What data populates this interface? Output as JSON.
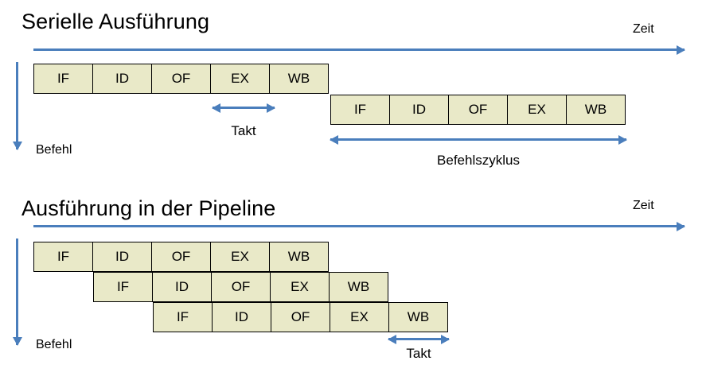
{
  "slide": {
    "accent_color": "#4a7ebc",
    "box_fill_color": "#e9e9c8",
    "box_border_color": "#000000",
    "background_color": "#ffffff"
  },
  "sections": {
    "serial": {
      "title": "Serielle Ausführung",
      "time_axis_label": "Zeit",
      "instruction_axis_label": "Befehl",
      "rows": [
        {
          "stages": [
            "IF",
            "ID",
            "OF",
            "EX",
            "WB"
          ]
        },
        {
          "stages": [
            "IF",
            "ID",
            "OF",
            "EX",
            "WB"
          ]
        }
      ],
      "measures": [
        {
          "label": "Takt"
        },
        {
          "label": "Befehlszyklus"
        }
      ]
    },
    "pipeline": {
      "title": "Ausführung in der Pipeline",
      "time_axis_label": "Zeit",
      "instruction_axis_label": "Befehl",
      "rows": [
        {
          "stages": [
            "IF",
            "ID",
            "OF",
            "EX",
            "WB"
          ]
        },
        {
          "stages": [
            "IF",
            "ID",
            "OF",
            "EX",
            "WB"
          ]
        },
        {
          "stages": [
            "IF",
            "ID",
            "OF",
            "EX",
            "WB"
          ]
        }
      ],
      "measures": [
        {
          "label": "Takt"
        }
      ]
    }
  }
}
